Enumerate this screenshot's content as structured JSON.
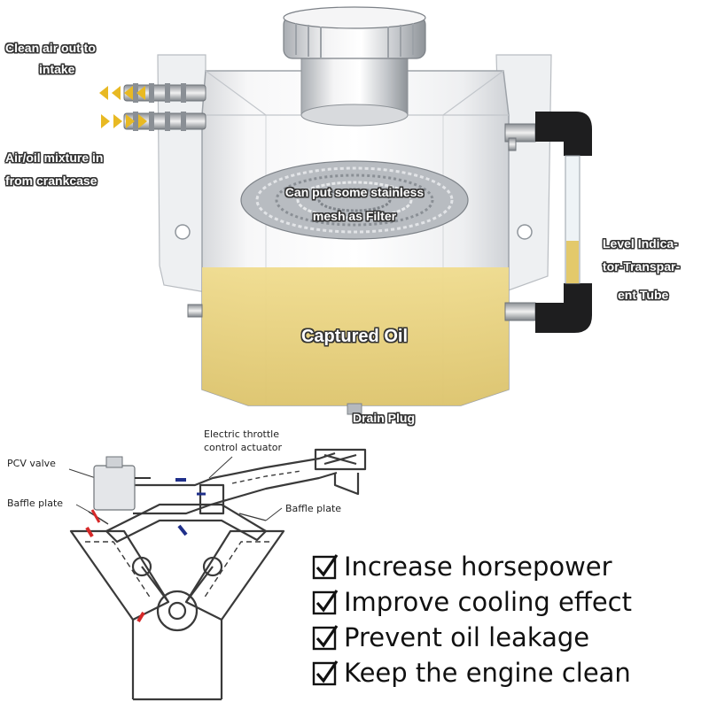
{
  "product": {
    "labels": {
      "clean_air_line1": "Clean air out to",
      "clean_air_line2": "intake",
      "mixture_line1": "Air/oil mixture in",
      "mixture_line2": "from crankcase",
      "mesh_line1": "Can put some stainless",
      "mesh_line2": "mesh as Filter",
      "level_line1": "Level Indica-",
      "level_line2": "tor-Transpar-",
      "level_line3": "ent Tube",
      "captured_oil": "Captured Oil",
      "drain_plug": "Drain Plug"
    },
    "oil_color": "#e6cf7a",
    "arrow_color": "#e8b923"
  },
  "engine": {
    "labels": {
      "throttle_line1": "Electric throttle",
      "throttle_line2": "control actuator",
      "pcv_valve": "PCV valve",
      "baffle_left": "Baffle plate",
      "baffle_right": "Baffle plate"
    }
  },
  "features": [
    "Increase horsepower",
    "Improve cooling effect",
    "Prevent oil leakage",
    "Keep the engine clean"
  ]
}
